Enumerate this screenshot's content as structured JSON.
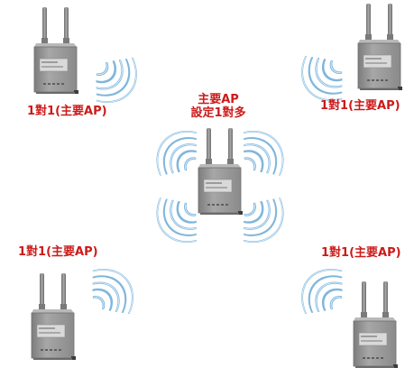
{
  "center": {
    "title": "主要AP",
    "subtitle": "設定1對多"
  },
  "remotes": [
    {
      "id": "top-left",
      "label": "1對1(主要AP)"
    },
    {
      "id": "top-right",
      "label": "1對1(主要AP)"
    },
    {
      "id": "bottom-left",
      "label": "1對1(主要AP)"
    },
    {
      "id": "bottom-right",
      "label": "1對1(主要AP)"
    }
  ],
  "colors": {
    "label": "#cc1a1a",
    "signal": "#7fb6dc",
    "device_body": "#9a9a9a"
  },
  "icons": [
    "access-point-icon",
    "wireless-signal-icon"
  ]
}
